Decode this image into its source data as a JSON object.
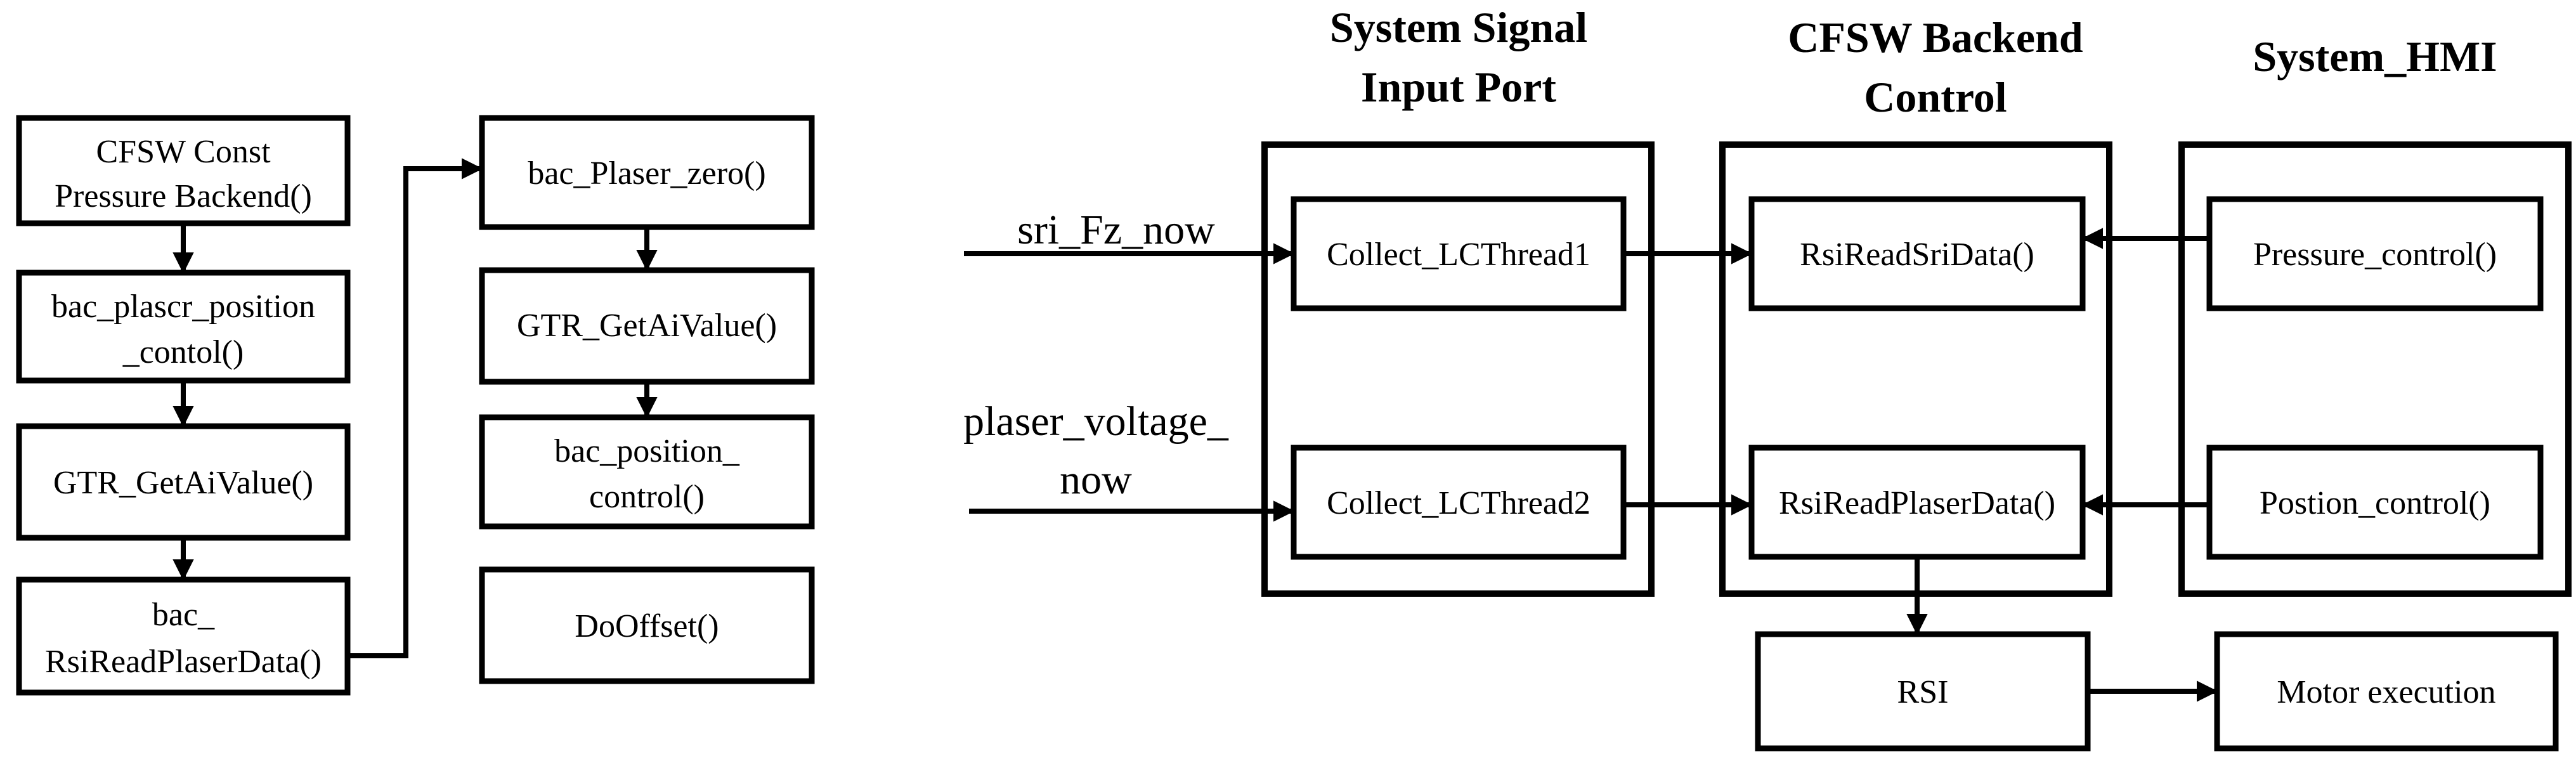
{
  "colors": {
    "stroke": "#000000",
    "background": "#ffffff",
    "text": "#000000"
  },
  "left_flow": {
    "nodes": {
      "const_pressure_backend": {
        "line1": "CFSW Const",
        "line2": "Pressure Backend()"
      },
      "plascr_position_control": {
        "line1": "bac_plascr_position",
        "line2": "_contol()"
      },
      "get_ai_value_1": {
        "line1": "GTR_GetAiValue()"
      },
      "rsi_read_plaser_data": {
        "line1": "bac_",
        "line2": "RsiReadPlaserData()"
      },
      "plaser_zero": {
        "line1": "bac_Plaser_zero()"
      },
      "get_ai_value_2": {
        "line1": "GTR_GetAiValue()"
      },
      "position_control": {
        "line1": "bac_position_",
        "line2": "control()"
      },
      "do_offset": {
        "line1": "DoOffset()"
      }
    }
  },
  "architecture": {
    "headers": {
      "signal_input_port": {
        "line1": "System Signal",
        "line2": "Input Port"
      },
      "backend_control": {
        "line1": "CFSW Backend",
        "line2": "Control"
      },
      "hmi": {
        "line1": "System_HMI"
      }
    },
    "inputs": {
      "sri_fz_now": {
        "line1": "sri_Fz_now"
      },
      "plaser_voltage_now": {
        "line1": "plaser_voltage_",
        "line2": "now"
      }
    },
    "nodes": {
      "collect_lc_thread1": "Collect_LCThread1",
      "collect_lc_thread2": "Collect_LCThread2",
      "rsi_read_sri_data": "RsiReadSriData()",
      "rsi_read_plaser_data": "RsiReadPlaserData()",
      "pressure_control": "Pressure_control()",
      "postion_control": "Postion_control()",
      "rsi": "RSI",
      "motor_execution": "Motor execution"
    }
  }
}
